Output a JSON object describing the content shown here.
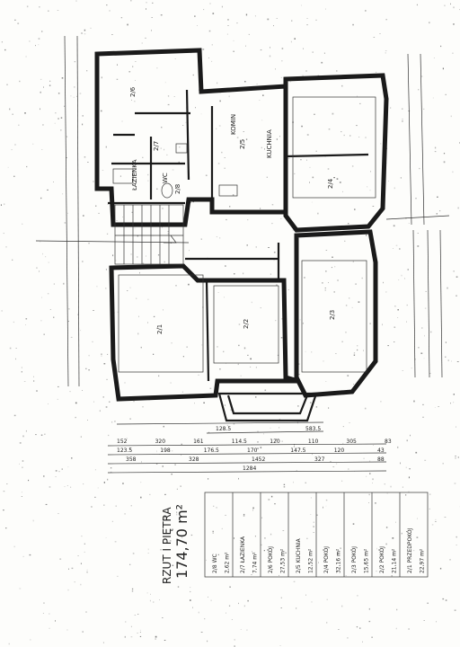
{
  "plan": {
    "title": "RZUT I PIĘTRA",
    "area": "174,70 m²",
    "room_numbers": [
      "2/1",
      "2/2",
      "2/3",
      "2/4",
      "2/5",
      "2/6",
      "2/7",
      "2/8"
    ],
    "labels": {
      "wc": "WC",
      "kuchnia": "KUCHNIA",
      "lazienka": "ŁAZIENKA",
      "komin": "KOMIN"
    },
    "dimensions_bottom_row1": [
      "152",
      "320",
      "161",
      "114.5",
      "120",
      "110",
      "305",
      "83"
    ],
    "dimensions_bottom_row2": [
      "123.5",
      "198",
      "176.5",
      "170",
      "147.5",
      "120",
      "43"
    ],
    "dimensions_bottom_row3": [
      "358",
      "328",
      "1452",
      "327",
      "88"
    ],
    "dimensions_bottom_total": [
      "1284"
    ],
    "dimensions_bay": [
      "128.5",
      "583.5"
    ]
  },
  "legend": {
    "rows": [
      "2/1 PRZEDPOKÓJ",
      "2/2 POKÓJ",
      "2/3 POKÓJ",
      "2/4 POKÓJ",
      "2/5 KUCHNIA",
      "2/6 POKÓJ",
      "2/7 ŁAZIENKA",
      "2/8 WC"
    ],
    "areas": [
      "22,97 m²",
      "21,14 m²",
      "15,65 m²",
      "32,16 m²",
      "12,52 m²",
      "27,53 m²",
      "7,74 m²",
      "2,62 m²"
    ]
  }
}
